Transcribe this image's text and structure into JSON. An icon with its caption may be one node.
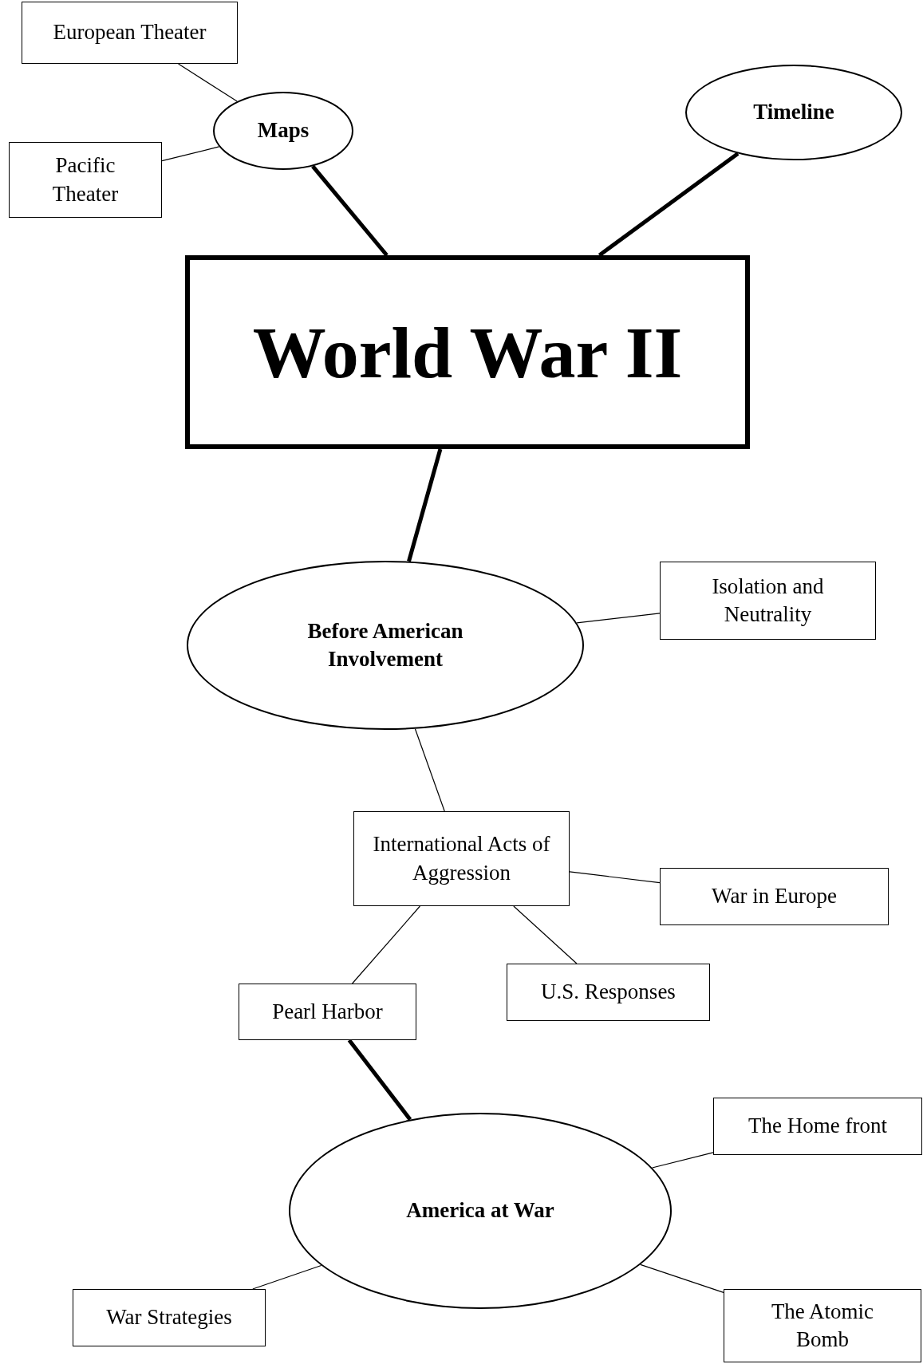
{
  "diagram": {
    "nodes": [
      {
        "text": [
          "European Theater"
        ]
      },
      {
        "text": [
          "Maps"
        ]
      },
      {
        "text": [
          "Pacific Theater"
        ]
      },
      {
        "text": [
          "Timeline"
        ]
      },
      {
        "text": [
          "World War II"
        ]
      },
      {
        "text": [
          "Before American Involvement"
        ]
      },
      {
        "text": [
          "Isolation and Neutrality"
        ]
      },
      {
        "text": [
          "International Acts of Aggression"
        ]
      },
      {
        "text": [
          "War in Europe"
        ]
      },
      {
        "text": [
          "U.S. Responses"
        ]
      },
      {
        "text": [
          "Pearl Harbor"
        ]
      },
      {
        "text": [
          "The Home front"
        ]
      },
      {
        "text": [
          "America at War"
        ]
      },
      {
        "text": [
          "War Strategies"
        ]
      },
      {
        "text": [
          "The Atomic Bomb"
        ]
      }
    ],
    "edges": [
      {
        "from": 1,
        "to": 0,
        "arrow": "none"
      },
      {
        "from": 1,
        "to": 2,
        "arrow": "none"
      },
      {
        "from": 1,
        "to": 4,
        "arrow": "none",
        "style": "thick"
      },
      {
        "from": 3,
        "to": 4,
        "arrow": "none",
        "style": "thick"
      },
      {
        "from": 4,
        "to": 5,
        "arrow": "none",
        "style": "thick"
      },
      {
        "from": 5,
        "to": 6,
        "arrow": "none"
      },
      {
        "from": 5,
        "to": 7,
        "arrow": "none"
      },
      {
        "from": 7,
        "to": 8,
        "arrow": "none"
      },
      {
        "from": 7,
        "to": 9,
        "arrow": "none"
      },
      {
        "from": 7,
        "to": 10,
        "arrow": "none"
      },
      {
        "from": 10,
        "to": 12,
        "arrow": "none",
        "style": "thick"
      },
      {
        "from": 12,
        "to": 11,
        "arrow": "none"
      },
      {
        "from": 12,
        "to": 13,
        "arrow": "none"
      },
      {
        "from": 12,
        "to": 14,
        "arrow": "none"
      }
    ]
  }
}
